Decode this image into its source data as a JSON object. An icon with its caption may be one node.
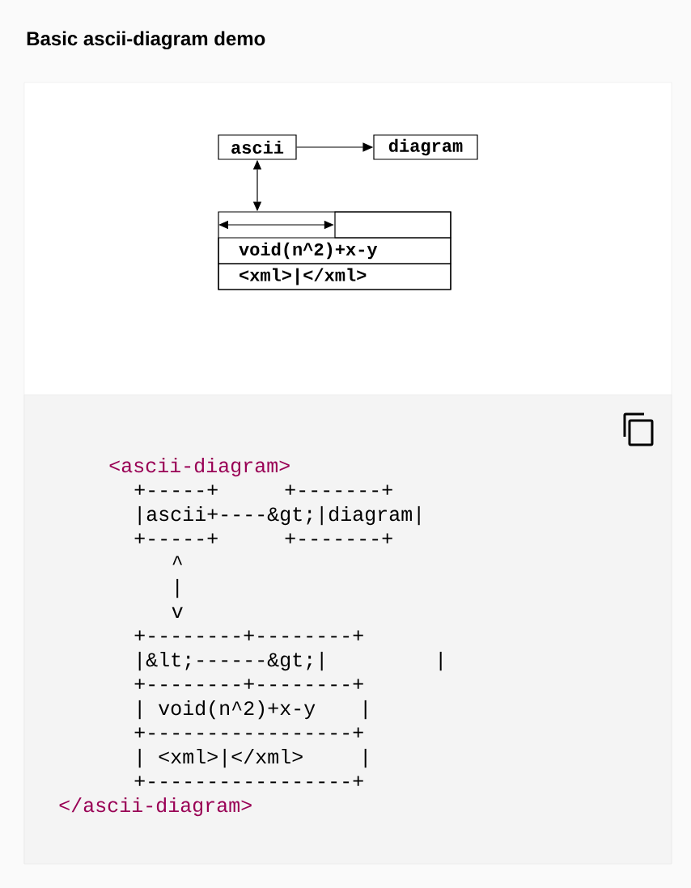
{
  "diagram": {
    "title": "Basic ascii-diagram demo",
    "nodes": [
      {
        "text": [
          "ascii"
        ]
      },
      {
        "text": [
          "diagram"
        ]
      },
      {
        "text": [],
        "shape": "box"
      },
      {
        "text": [],
        "shape": "box",
        "in": 2
      },
      {
        "text": [
          "void(n^2)+x-y"
        ],
        "in": 2
      },
      {
        "text": [
          "<xml>|</xml>"
        ],
        "in": 2
      }
    ],
    "edges": [
      {
        "from": 0,
        "to": 1,
        "arrow": "to"
      },
      {
        "from": 0,
        "to": 2,
        "arrow": "both"
      },
      {
        "from": 2,
        "to": 3,
        "arrow": "both"
      }
    ],
    "labels": [
      "<ascii-diagram>",
      "+-----+",
      "+-------+",
      "|ascii+----&gt;|diagram|",
      "+-----+",
      "+-------+",
      "^",
      "|",
      "v",
      "+--------+--------+",
      "|&lt;------&gt;|",
      "|",
      "+--------+--------+",
      "| void(n^2)+x-y",
      "|",
      "+-----------------+",
      "| <xml>|</xml>",
      "|",
      "+-----------------+",
      "</ascii-diagram>"
    ]
  }
}
